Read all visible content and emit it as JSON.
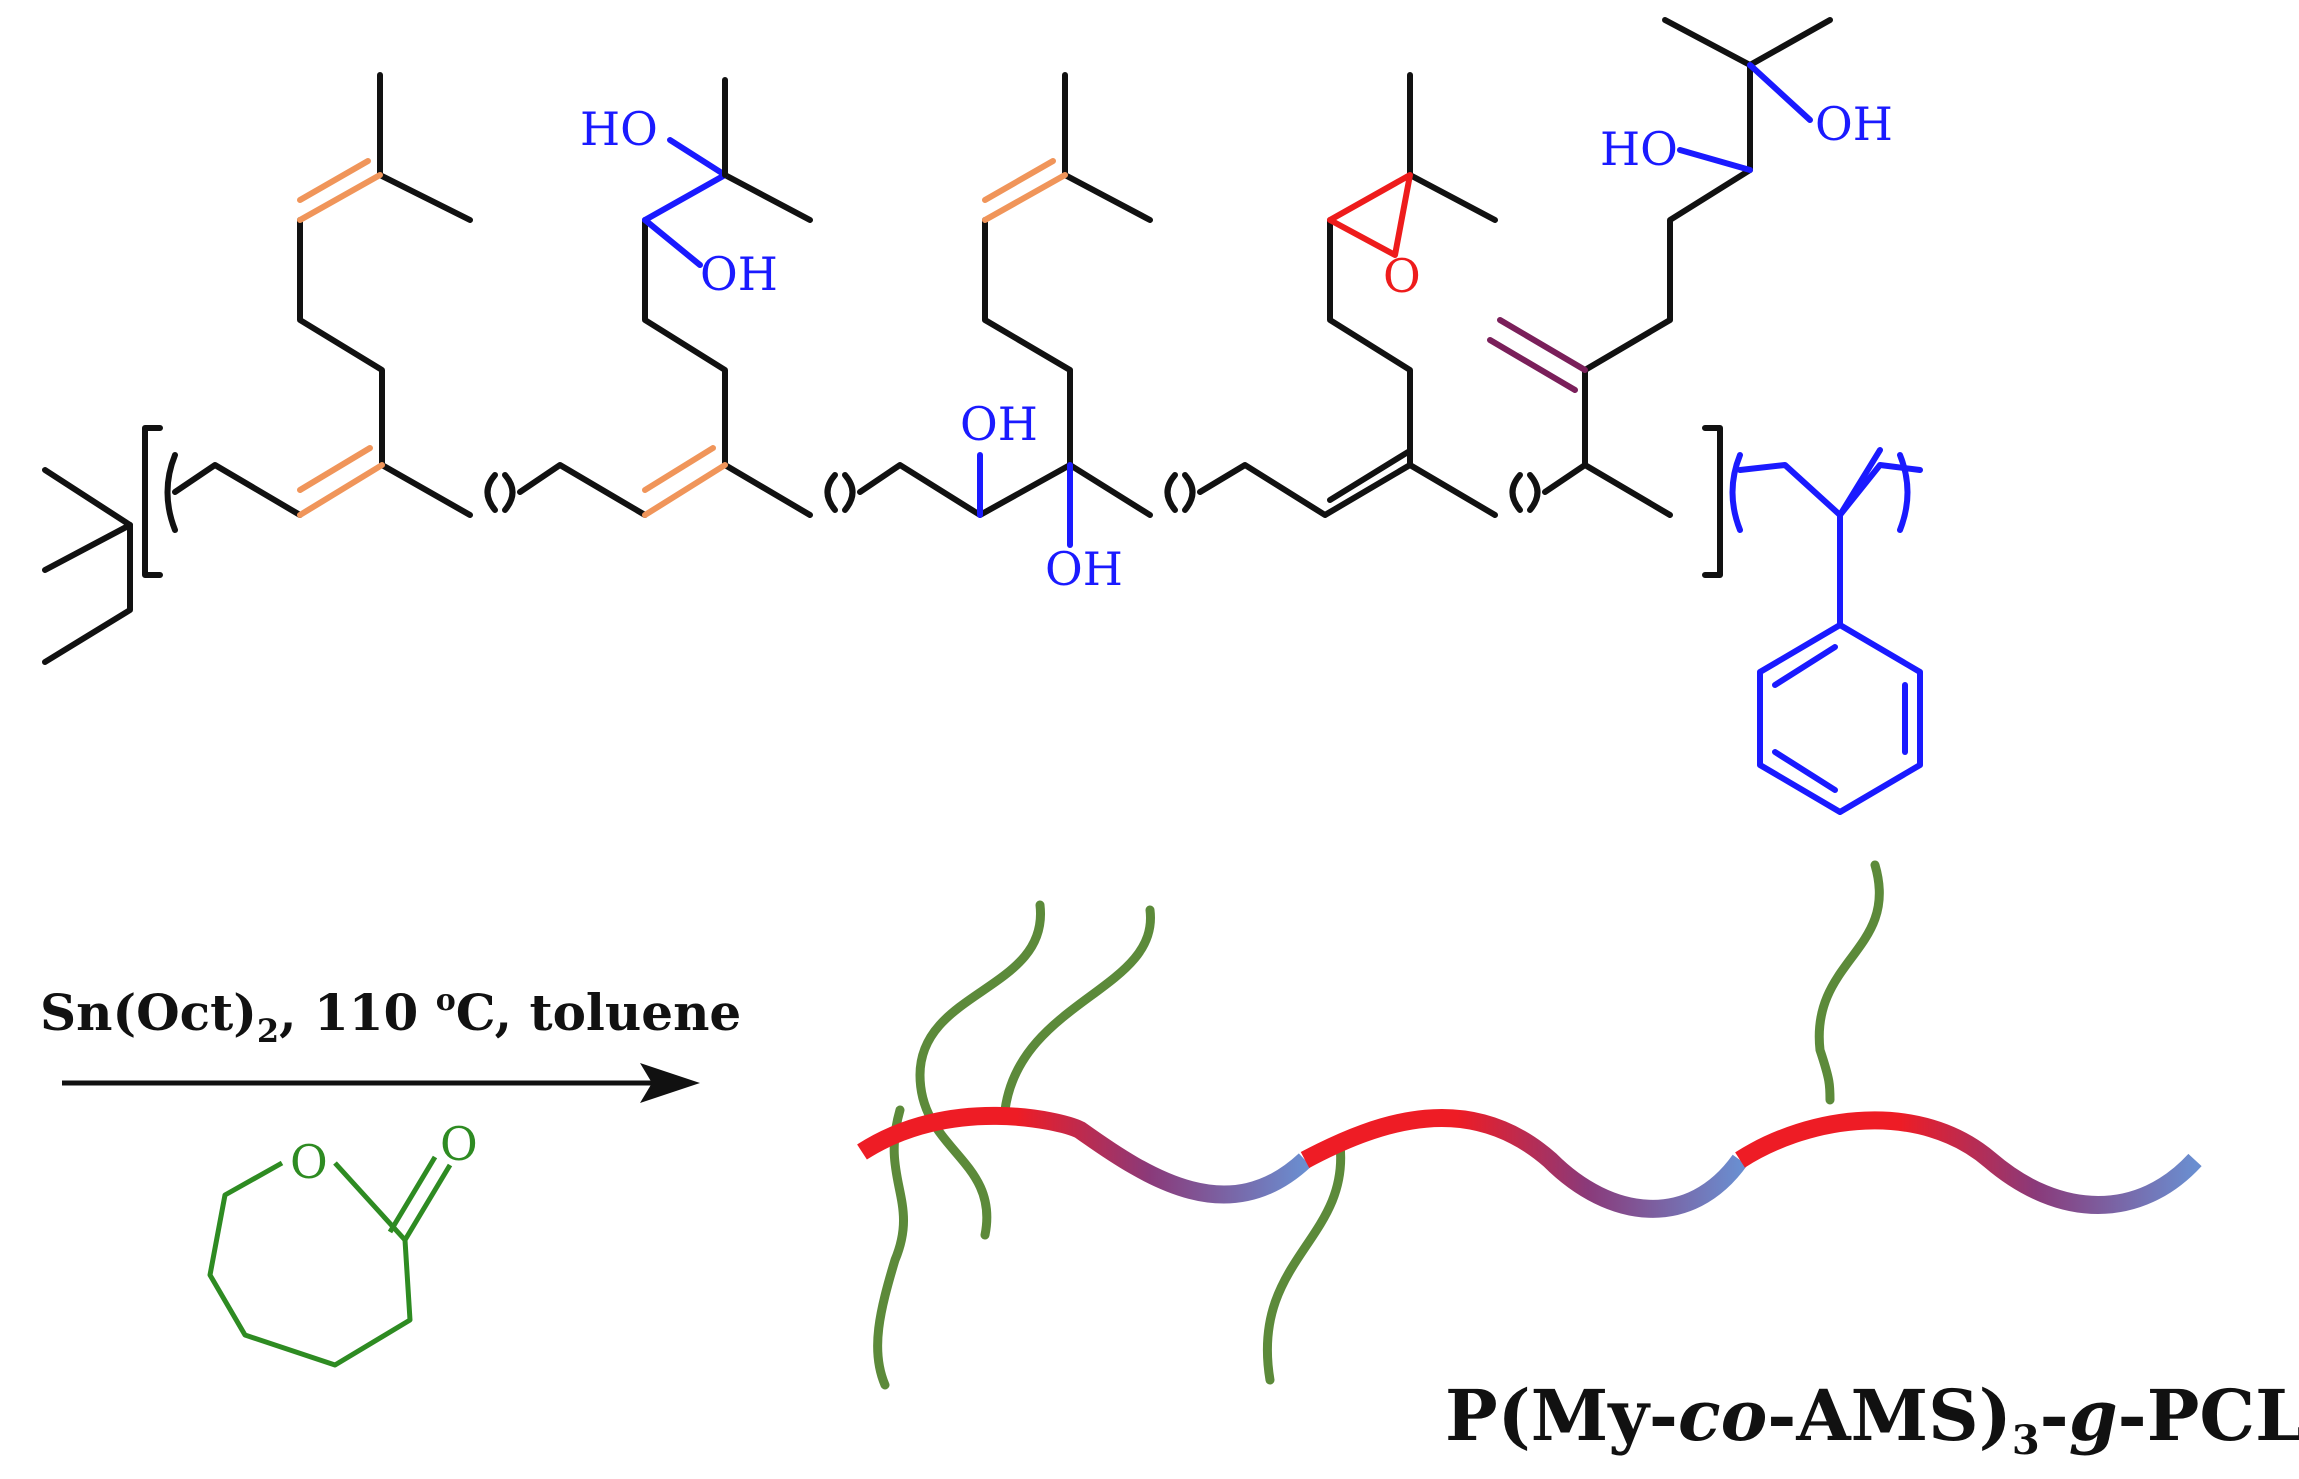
{
  "colors": {
    "backbone": "#111111",
    "myrcene_double_bond": "#f0955a",
    "hydroxyl": "#1a1aff",
    "epoxide": "#ee1c1c",
    "vinyl": "#7a1f5a",
    "caprolactone": "#2e8b22",
    "pcl_graft": "#5c8a3a",
    "segment_red": "#ee1c25",
    "segment_purple": "#8a3a7a",
    "segment_blue": "#6a8ed0"
  },
  "structure": {
    "hydroxyl_labels": [
      "HO",
      "OH",
      "OH",
      "OH",
      "HO",
      "OH"
    ],
    "epoxide_oxygen": "O",
    "lactone_oxygens": [
      "O",
      "O"
    ]
  },
  "reaction": {
    "catalyst": "Sn(Oct)",
    "catalyst_subscript": "2",
    "temperature": ", 110 ",
    "degree": "o",
    "temp_unit_solvent": "C, toluene"
  },
  "product": {
    "prefix": "P(My-",
    "co": "co",
    "mid": "-AMS)",
    "sub": "3",
    "dash": "-",
    "g": "g",
    "suffix": "-PCL"
  },
  "icons": [
    "reaction-arrow-icon",
    "caprolactone-ring-icon",
    "polymer-graft-cartoon-icon"
  ]
}
